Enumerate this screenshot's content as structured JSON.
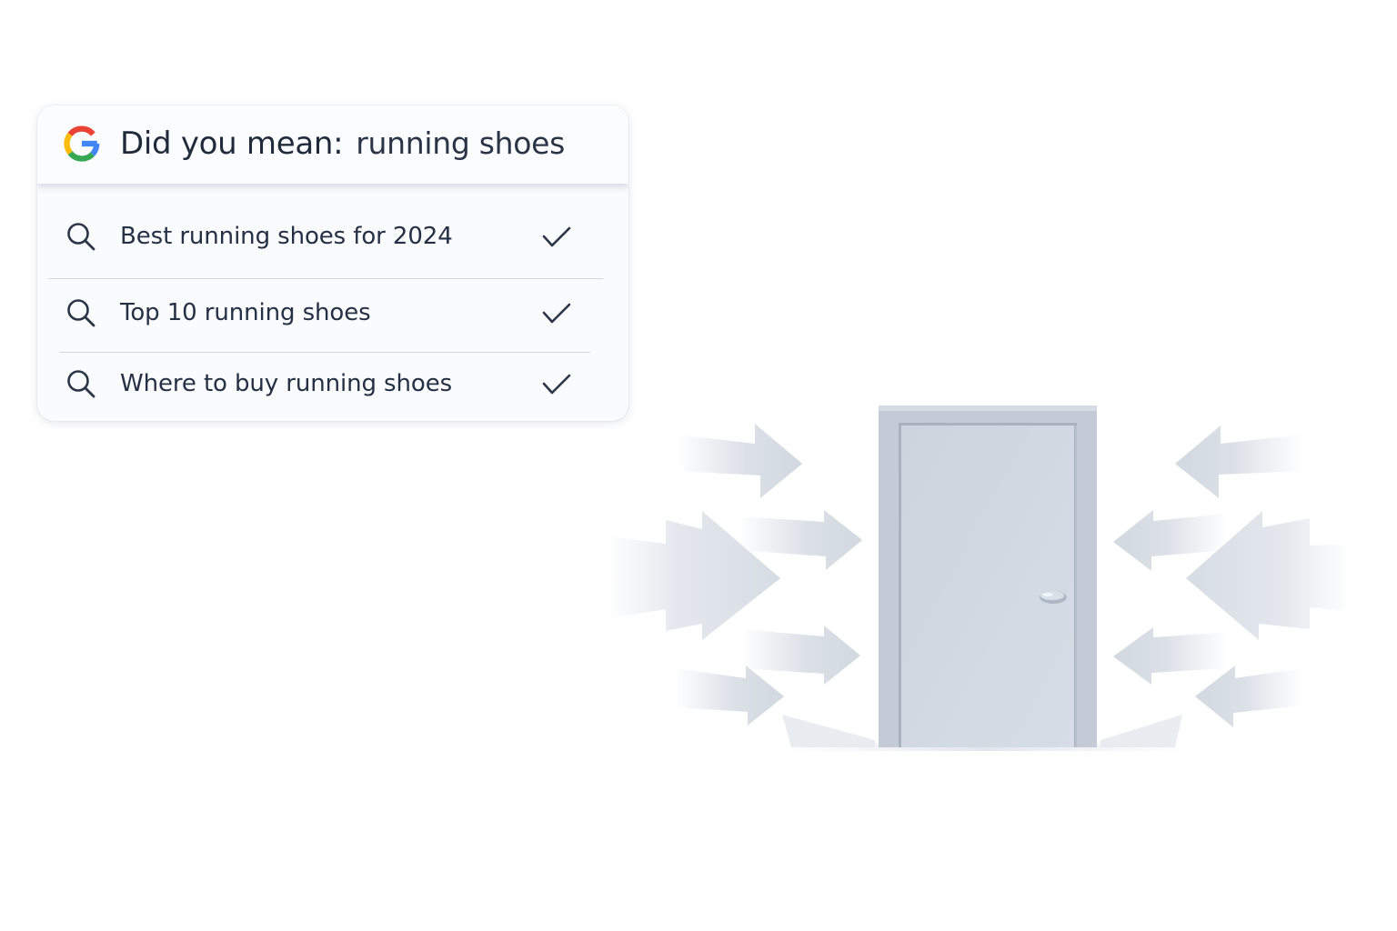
{
  "suggestion_card": {
    "header": {
      "logo_icon": "google-g-logo",
      "label": "Did you mean:",
      "suggestion": "running shoes"
    },
    "items": [
      {
        "icon": "search-icon",
        "label": "Best running shoes for 2024",
        "status_icon": "checkmark-icon"
      },
      {
        "icon": "search-icon",
        "label": "Top 10 running shoes",
        "status_icon": "checkmark-icon"
      },
      {
        "icon": "search-icon",
        "label": "Where to buy running shoes",
        "status_icon": "checkmark-icon"
      }
    ]
  },
  "illustration": {
    "icons": [
      "door-icon",
      "arrow-icon"
    ]
  },
  "colors": {
    "text_primary": "#1f2a3a",
    "divider": "#d3d8df",
    "door": "#c9d2dc",
    "arrows": "#d3d9e1",
    "google_blue": "#4285F4",
    "google_red": "#EA4335",
    "google_yellow": "#FBBC05",
    "google_green": "#34A853"
  }
}
